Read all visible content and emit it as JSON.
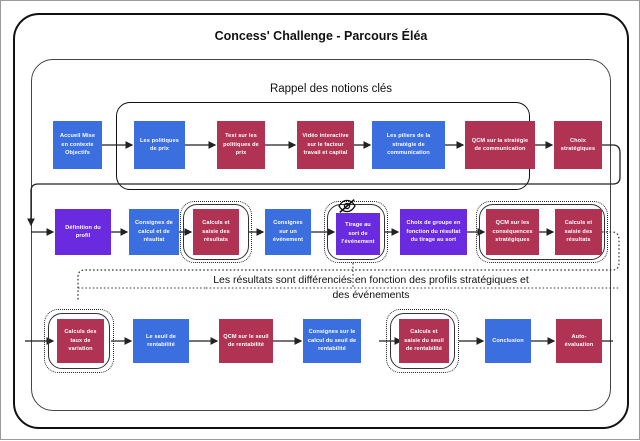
{
  "page": {
    "title": "Concess' Challenge - Parcours Éléa",
    "section_title": "Rappel des notions clés",
    "annotation": "Les résultats sont différenciés en fonction des profils stratégiques et des événements"
  },
  "colors": {
    "blue": "#3b6fe0",
    "crimson": "#b03354",
    "purple": "#6a2be0",
    "frame": "#111111"
  },
  "icons": {
    "hidden_eye": "eye-slash-icon"
  },
  "rows": [
    {
      "id": "row-1",
      "nodes": [
        {
          "label": "Accueil Mise en contexte Objectifs",
          "color": "blue"
        },
        {
          "label": "Les politiques de prix",
          "color": "blue"
        },
        {
          "label": "Test sur les politiques de prix",
          "color": "crimson"
        },
        {
          "label": "Vidéo interactive sur le facteur travail et capital",
          "color": "crimson"
        },
        {
          "label": "Les piliers de la stratégie de communication",
          "color": "blue"
        },
        {
          "label": "QCM sur la stratégie de communication",
          "color": "crimson"
        },
        {
          "label": "Choix stratégiques",
          "color": "crimson"
        }
      ]
    },
    {
      "id": "row-2",
      "nodes": [
        {
          "label": "Définition du profil",
          "color": "purple"
        },
        {
          "label": "Consignes de calcul et de résultat",
          "color": "blue"
        },
        {
          "label": "Calculs et saisie des résultats",
          "color": "crimson"
        },
        {
          "label": "Consignes sur un événement",
          "color": "blue"
        },
        {
          "label": "Tirage au sort de l'événement",
          "color": "purple"
        },
        {
          "label": "Choix de groupe en fonction du résultat du tirage au sort",
          "color": "purple"
        },
        {
          "label": "QCM sur les conséquences stratégiques",
          "color": "crimson"
        },
        {
          "label": "Calculs et saisie des résultats",
          "color": "crimson"
        }
      ]
    },
    {
      "id": "row-3",
      "nodes": [
        {
          "label": "Calculs des taux de variation",
          "color": "crimson"
        },
        {
          "label": "Le seuil de rentabilité",
          "color": "blue"
        },
        {
          "label": "QCM sur le seuil de rentabilité",
          "color": "crimson"
        },
        {
          "label": "Consignes sur le calcul du seuil de rentabilité",
          "color": "blue"
        },
        {
          "label": "Calculs et saisie du seuil de rentabilité",
          "color": "crimson"
        },
        {
          "label": "Conclusion",
          "color": "blue"
        },
        {
          "label": "Auto-évaluation",
          "color": "crimson"
        }
      ]
    }
  ]
}
